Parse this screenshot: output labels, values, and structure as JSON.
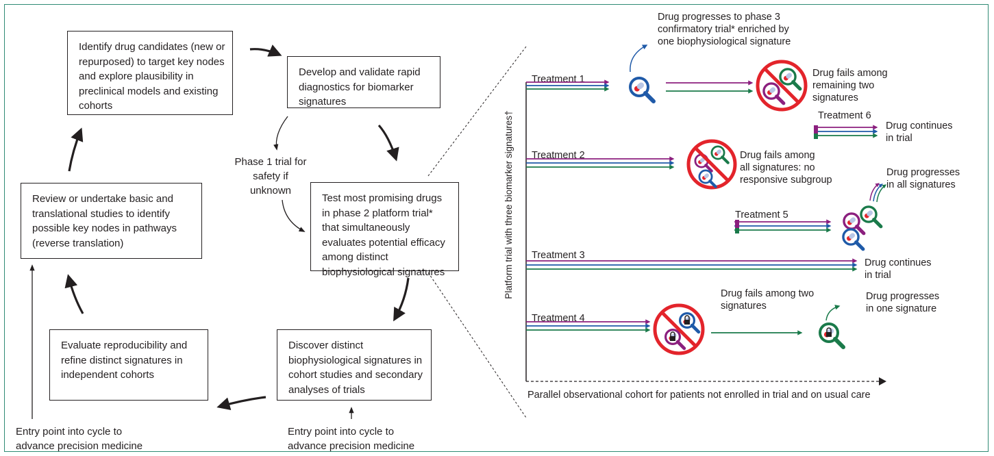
{
  "boxes": {
    "identify": "Identify drug candidates (new or repurposed) to target key nodes and explore plausibility in preclinical models and existing cohorts",
    "develop": "Develop and validate rapid diagnostics for biomarker signatures",
    "test": "Test most promising drugs in phase 2 platform trial* that simultaneously evaluates potential efficacy among distinct biophysiological signatures",
    "discover": "Discover distinct biophysiological signatures in cohort studies and secondary analyses of trials",
    "evaluate": "Evaluate reproducibility and refine distinct signatures in independent cohorts",
    "review": "Review or undertake basic and translational studies to identify possible key nodes in pathways (reverse translation)"
  },
  "labels": {
    "phase1_line1": "Phase 1 trial for",
    "phase1_line2": "safety if",
    "phase1_line3": "unknown",
    "entry_left_line1": "Entry point into cycle to",
    "entry_left_line2": "advance precision medicine",
    "entry_bottom_line1": "Entry point into cycle to",
    "entry_bottom_line2": "advance precision medicine"
  },
  "trial": {
    "y_axis_label": "Platform trial with three biomarker signatures†",
    "x_axis_label": "Parallel observational cohort for patients not enrolled in trial and on usual care",
    "treatments": [
      "Treatment 1",
      "Treatment 2",
      "Treatment 3",
      "Treatment 4",
      "Treatment 5",
      "Treatment 6"
    ],
    "outcomes": {
      "t1_progress_line1": "Drug progresses to phase 3",
      "t1_progress_line2": "confirmatory trial* enriched by",
      "t1_progress_line3": "one biophysiological signature",
      "t1_fail_line1": "Drug fails among",
      "t1_fail_line2": "remaining two",
      "t1_fail_line3": "signatures",
      "t6_continue_line1": "Drug continues",
      "t6_continue_line2": "in trial",
      "t2_fail_line1": "Drug fails among",
      "t2_fail_line2": "all signatures: no",
      "t2_fail_line3": "responsive subgroup",
      "t5_progress_line1": "Drug progresses",
      "t5_progress_line2": "in all signatures",
      "t3_continue_line1": "Drug continues",
      "t3_continue_line2": "in trial",
      "t4_fail_line1": "Drug fails among two",
      "t4_fail_line2": "signatures",
      "t4_progress_line1": "Drug progresses",
      "t4_progress_line2": "in one signature"
    }
  },
  "colors": {
    "purple": "#8b1f7e",
    "blue": "#1f5aa8",
    "green": "#1a7a4a",
    "red": "#e3242b",
    "frame": "#2f8a74",
    "ink": "#231f20"
  }
}
